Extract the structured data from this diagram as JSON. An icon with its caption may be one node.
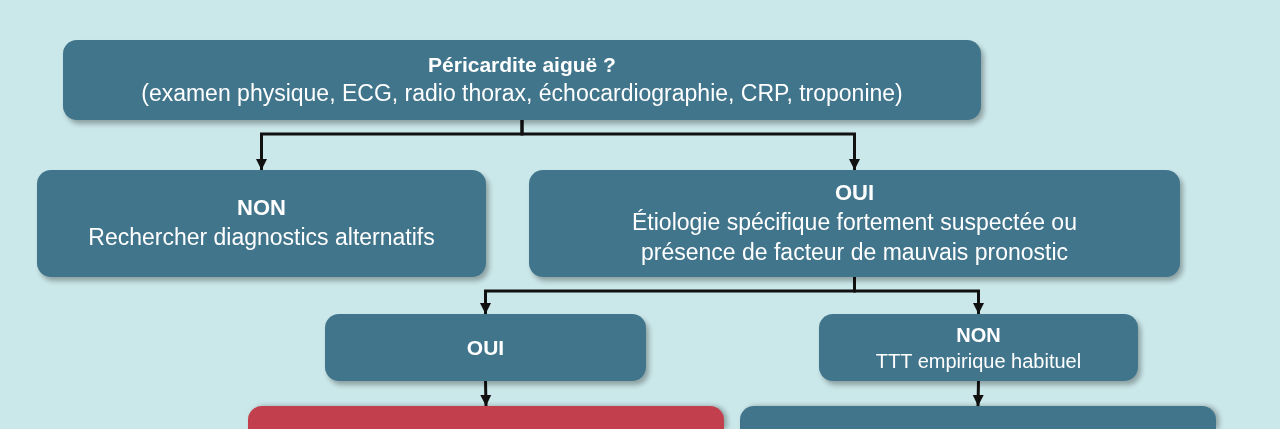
{
  "diagram": {
    "nodes": [
      {
        "text": [
          "Péricardite aiguë ?",
          "(examen physique, ECG, radio thorax, échocardiographie, CRP, troponine)"
        ]
      },
      {
        "text": [
          "NON",
          "Rechercher diagnostics alternatifs"
        ]
      },
      {
        "text": [
          "OUI",
          "Étiologie spécifique fortement suspectée ou présence de facteur de mauvais pronostic"
        ]
      },
      {
        "text": [
          "OUI"
        ]
      },
      {
        "text": [
          "NON",
          "TTT empirique habituel"
        ]
      },
      {
        "text": [],
        "shape": "box"
      },
      {
        "text": [],
        "shape": "box"
      }
    ],
    "edges": [
      {
        "from": 0,
        "to": 1,
        "arrow": "to"
      },
      {
        "from": 0,
        "to": 2,
        "arrow": "to"
      },
      {
        "from": 2,
        "to": 3,
        "arrow": "to"
      },
      {
        "from": 2,
        "to": 4,
        "arrow": "to"
      },
      {
        "from": 3,
        "to": 5,
        "arrow": "to"
      },
      {
        "from": 4,
        "to": 6,
        "arrow": "to"
      }
    ]
  }
}
